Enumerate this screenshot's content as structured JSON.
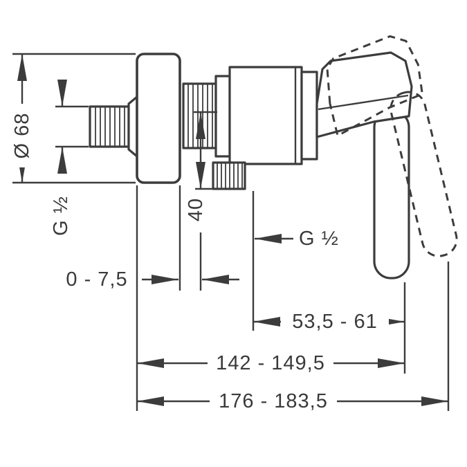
{
  "diagram": {
    "title": "shower-mixer-dimension-drawing",
    "labels": {
      "plate_diameter": "Ø 68",
      "inlet_thread": "G ½",
      "outlet_offset": "40",
      "outlet_thread": "G ½",
      "adjust_range": "0 - 7,5",
      "depth_outlet": "53,5 - 61",
      "depth_body": "142 - 149,5",
      "depth_total": "176 - 183,5"
    },
    "colors": {
      "line": "#3c3c3c",
      "text": "#3a3a3a",
      "background": "#ffffff"
    }
  }
}
